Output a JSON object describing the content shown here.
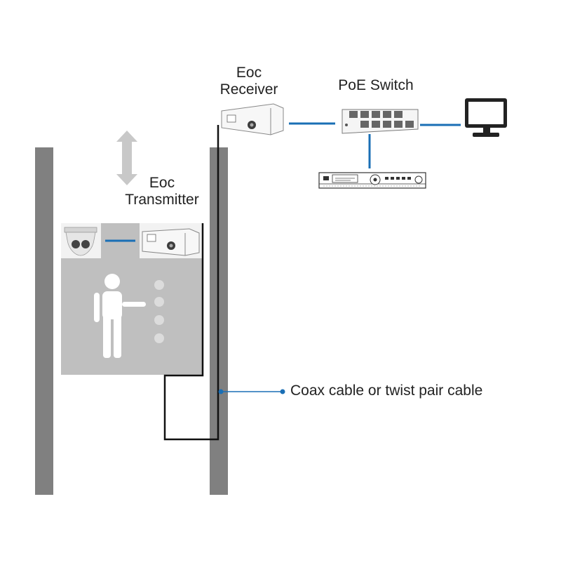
{
  "labels": {
    "eoc_receiver_line1": "Eoc",
    "eoc_receiver_line2": "Receiver",
    "poe_switch": "PoE Switch",
    "eoc_transmitter_line1": "Eoc",
    "eoc_transmitter_line2": "Transmitter",
    "cable_callout": "Coax cable or twist pair cable"
  },
  "colors": {
    "link_blue": "#1a6fb5",
    "shaft_grey": "#808080",
    "car_grey": "#bfbfbf",
    "cable_black": "#111111",
    "arrow_grey": "#c8c8c8"
  },
  "icons": [
    "up-down-arrow-icon",
    "dome-camera-icon",
    "eoc-transmitter-device-icon",
    "eoc-receiver-device-icon",
    "poe-switch-icon",
    "nvr-recorder-icon",
    "monitor-icon",
    "person-icon",
    "elevator-button-icon"
  ]
}
